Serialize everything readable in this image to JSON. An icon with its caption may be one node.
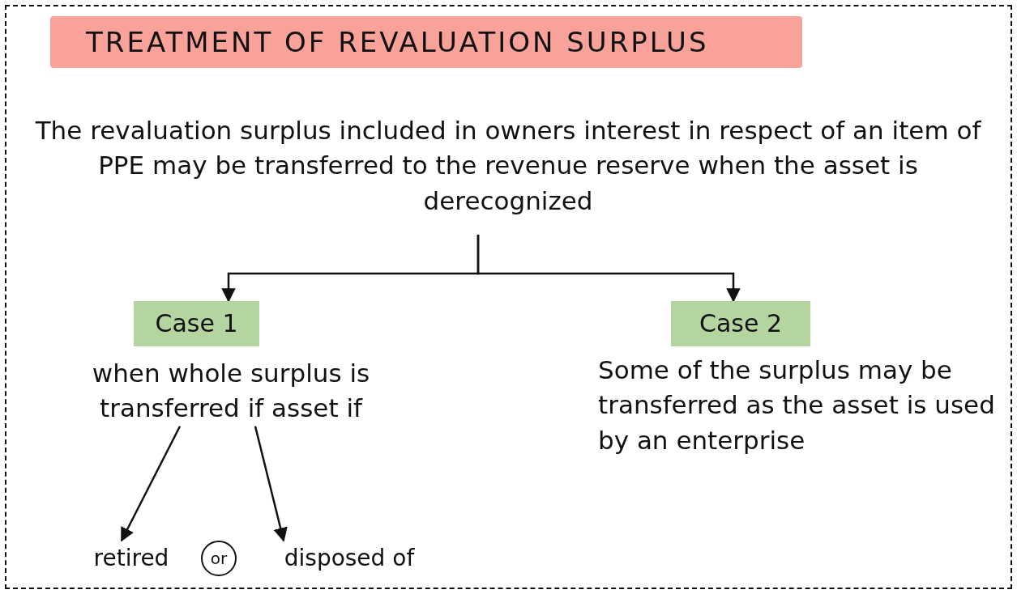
{
  "diagram": {
    "title": "TREATMENT OF REVALUATION SURPLUS",
    "nodes": [
      {
        "text": [
          "The revaluation surplus included in owners interest in respect of an item of PPE may be transferred to the revenue reserve when the asset is derecognized"
        ]
      },
      {
        "text": [
          "Case 1"
        ]
      },
      {
        "text": [
          "when whole surplus is transferred if asset if"
        ]
      },
      {
        "text": [
          "Case 2"
        ]
      },
      {
        "text": [
          "Some of the surplus may be transferred as the asset is used by an enterprise"
        ]
      },
      {
        "text": [
          "retired"
        ]
      },
      {
        "text": [
          "or"
        ]
      },
      {
        "text": [
          "disposed of"
        ]
      }
    ],
    "edges": [
      {
        "from": 0,
        "to": 1,
        "arrow": "to"
      },
      {
        "from": 0,
        "to": 3,
        "arrow": "to"
      },
      {
        "from": 2,
        "to": 5,
        "arrow": "to"
      },
      {
        "from": 2,
        "to": 7,
        "arrow": "to"
      }
    ]
  }
}
